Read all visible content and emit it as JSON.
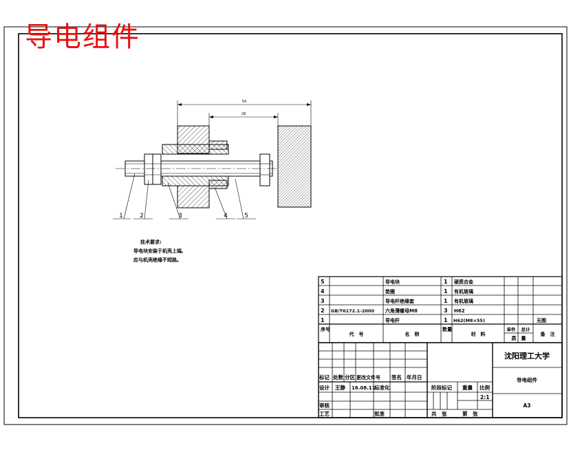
{
  "drawing": {
    "title": "导电组件",
    "dimensions": {
      "overall": "54",
      "inner": "28"
    },
    "balloons": [
      "1",
      "2",
      "3",
      "4",
      "5"
    ],
    "notes": {
      "heading": "技术要求:",
      "line1": "导电块安装于机壳上端,",
      "line2": "应与机壳绝缘不短路。"
    }
  },
  "bom": {
    "rows": [
      {
        "no": "5",
        "code": "",
        "name": "导电块",
        "qty": "1",
        "material": "硬质合金",
        "unit_w": "",
        "total_w": "",
        "remark": ""
      },
      {
        "no": "4",
        "code": "",
        "name": "垫圈",
        "qty": "1",
        "material": "有机玻璃",
        "unit_w": "",
        "total_w": "",
        "remark": ""
      },
      {
        "no": "3",
        "code": "",
        "name": "导电杆绝缘套",
        "qty": "1",
        "material": "有机玻璃",
        "unit_w": "",
        "total_w": "",
        "remark": ""
      },
      {
        "no": "2",
        "code": "GB/T6172.1-2000",
        "name": "六角薄螺母M8",
        "qty": "3",
        "material": "H62",
        "unit_w": "",
        "total_w": "",
        "remark": ""
      },
      {
        "no": "1",
        "code": "",
        "name": "导电杆",
        "qty": "1",
        "material": "H62(M8×55)",
        "unit_w": "",
        "total_w": "",
        "remark": "无图"
      }
    ],
    "header": {
      "no": "序号",
      "code": "代　号",
      "name": "名　称",
      "qty": "数量",
      "material": "材　料",
      "unit": "单件",
      "total": "总计",
      "weight": "质　量",
      "remark": "备　注"
    }
  },
  "titleblock": {
    "school": "沈阳理工大学",
    "part_name": "导电组件",
    "drawing_no": "A3",
    "labels": {
      "mark": "标记",
      "count": "处数",
      "zone": "分区",
      "change_doc": "更改文件号",
      "sign": "签名",
      "date": "年月日",
      "design": "设计",
      "std": "标准化",
      "review": "审核",
      "process": "工艺",
      "approve": "批准",
      "stage": "阶段标记",
      "weight": "重量",
      "scale": "比例",
      "total_sheets": "共　张",
      "sheet": "第　张"
    },
    "designer": "王静",
    "design_date": "16.08.11",
    "scale_value": "2:1"
  }
}
